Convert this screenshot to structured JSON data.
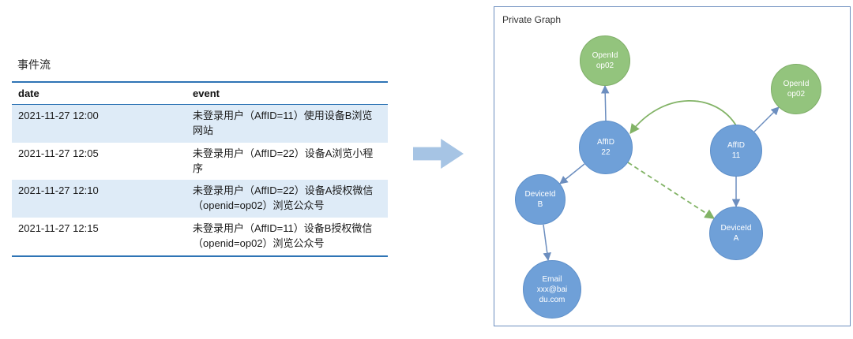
{
  "table": {
    "title": "事件流",
    "columns": [
      "date",
      "event"
    ],
    "rows": [
      {
        "date": "2021-11-27 12:00",
        "event": "未登录用户（AffID=11）使用设备B浏览网站"
      },
      {
        "date": "2021-11-27 12:05",
        "event": "未登录用户（AffID=22）设备A浏览小程序"
      },
      {
        "date": "2021-11-27 12:10",
        "event": "未登录用户（AffID=22）设备A授权微信\n（openid=op02）浏览公众号"
      },
      {
        "date": "2021-11-27 12:15",
        "event": "未登录用户（AffID=11）设备B授权微信\n（openid=op02）浏览公众号"
      }
    ]
  },
  "graph": {
    "title": "Private Graph",
    "nodes": [
      {
        "id": "openid-left",
        "label": "OpenId\nop02",
        "type": "green"
      },
      {
        "id": "openid-right",
        "label": "OpenId\nop02",
        "type": "green"
      },
      {
        "id": "affid-22",
        "label": "AffID\n22",
        "type": "blue"
      },
      {
        "id": "affid-11",
        "label": "AffID\n11",
        "type": "blue"
      },
      {
        "id": "deviceid-b",
        "label": "DeviceId\nB",
        "type": "blue"
      },
      {
        "id": "deviceid-a",
        "label": "DeviceId\nA",
        "type": "blue"
      },
      {
        "id": "email",
        "label": "Email\nxxx@bai\ndu.com",
        "type": "blue"
      }
    ],
    "edges": [
      {
        "from": "affid-22",
        "to": "openid-left",
        "style": "solid-blue"
      },
      {
        "from": "affid-11",
        "to": "openid-right",
        "style": "solid-blue"
      },
      {
        "from": "affid-11",
        "to": "affid-22",
        "style": "curved-green"
      },
      {
        "from": "affid-22",
        "to": "deviceid-b",
        "style": "solid-blue"
      },
      {
        "from": "affid-22",
        "to": "deviceid-a",
        "style": "dashed-green"
      },
      {
        "from": "affid-11",
        "to": "deviceid-a",
        "style": "solid-blue"
      },
      {
        "from": "deviceid-b",
        "to": "email",
        "style": "solid-blue"
      }
    ]
  },
  "colors": {
    "node_blue": "#6FA0D8",
    "node_green": "#93C47D",
    "edge_blue": "#6C8EBF",
    "edge_green": "#82B366",
    "table_accent": "#2E74B5",
    "row_highlight": "#DEEBF7",
    "arrow_fill": "#A6C4E4",
    "box_border": "#6C8EBF"
  }
}
